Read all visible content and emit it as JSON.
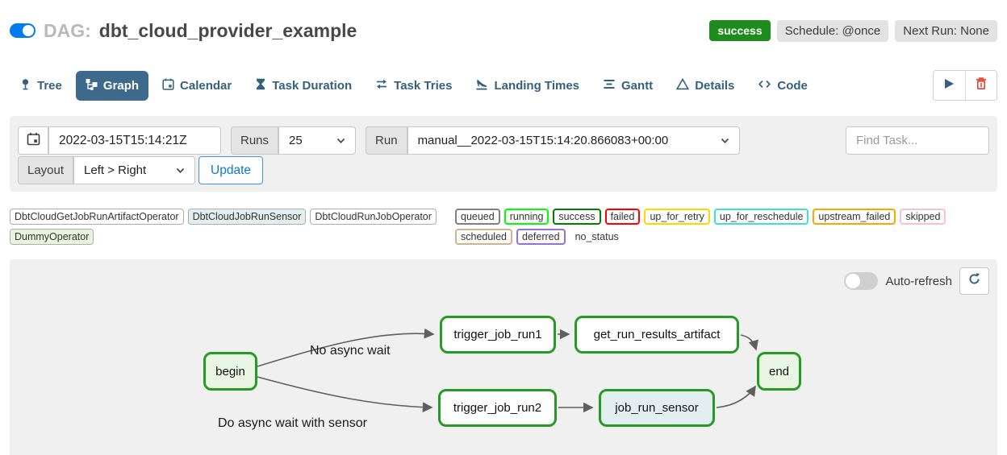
{
  "header": {
    "dag_prefix": "DAG:",
    "dag_name": "dbt_cloud_provider_example",
    "dag_enabled": true,
    "status_badge": "success",
    "schedule_badge": "Schedule: @once",
    "next_run_badge": "Next Run: None"
  },
  "tabs": [
    {
      "label": "Tree",
      "icon": "pin-icon",
      "active": false
    },
    {
      "label": "Graph",
      "icon": "graph-icon",
      "active": true
    },
    {
      "label": "Calendar",
      "icon": "calendar-icon",
      "active": false
    },
    {
      "label": "Task Duration",
      "icon": "hourglass-icon",
      "active": false
    },
    {
      "label": "Task Tries",
      "icon": "repeat-icon",
      "active": false
    },
    {
      "label": "Landing Times",
      "icon": "plane-landing-icon",
      "active": false
    },
    {
      "label": "Gantt",
      "icon": "gantt-icon",
      "active": false
    },
    {
      "label": "Details",
      "icon": "triangle-icon",
      "active": false
    },
    {
      "label": "Code",
      "icon": "code-icon",
      "active": false
    }
  ],
  "filters": {
    "date_value": "2022-03-15T15:14:21Z",
    "runs_label": "Runs",
    "runs_value": "25",
    "run_label": "Run",
    "run_value": "manual__2022-03-15T15:14:20.866083+00:00",
    "find_task_placeholder": "Find Task...",
    "layout_label": "Layout",
    "layout_value": "Left > Right",
    "update_label": "Update"
  },
  "legend": {
    "operators": [
      {
        "label": "DbtCloudGetJobRunArtifactOperator",
        "fill": "#ffffff"
      },
      {
        "label": "DbtCloudJobRunSensor",
        "fill": "#e2eef0"
      },
      {
        "label": "DbtCloudRunJobOperator",
        "fill": "#ffffff"
      },
      {
        "label": "DummyOperator",
        "fill": "#e7f4de"
      }
    ],
    "statuses": [
      {
        "label": "queued",
        "border": "#808080"
      },
      {
        "label": "running",
        "border": "#00ff00"
      },
      {
        "label": "success",
        "border": "#008000"
      },
      {
        "label": "failed",
        "border": "#ff0000"
      },
      {
        "label": "up_for_retry",
        "border": "#ffd700"
      },
      {
        "label": "up_for_reschedule",
        "border": "#40e0d0"
      },
      {
        "label": "upstream_failed",
        "border": "#ffa500"
      },
      {
        "label": "skipped",
        "border": "#ffc0cb"
      },
      {
        "label": "scheduled",
        "border": "#d2b48c"
      },
      {
        "label": "deferred",
        "border": "#9370db"
      },
      {
        "label": "no_status",
        "border": "transparent"
      }
    ]
  },
  "graph": {
    "auto_refresh_label": "Auto-refresh",
    "auto_refresh_on": false,
    "nodes": [
      {
        "id": "begin",
        "label": "begin",
        "fill": "#e9f6e3"
      },
      {
        "id": "trigger_job_run1",
        "label": "trigger_job_run1",
        "fill": "#ffffff"
      },
      {
        "id": "get_run_results_artifact",
        "label": "get_run_results_artifact",
        "fill": "#ffffff"
      },
      {
        "id": "end",
        "label": "end",
        "fill": "#e9f6e3"
      },
      {
        "id": "trigger_job_run2",
        "label": "trigger_job_run2",
        "fill": "#ffffff"
      },
      {
        "id": "job_run_sensor",
        "label": "job_run_sensor",
        "fill": "#e2eef0"
      }
    ],
    "edges": [
      "begin->trigger_job_run1",
      "begin->trigger_job_run2",
      "trigger_job_run1->get_run_results_artifact",
      "get_run_results_artifact->end",
      "trigger_job_run2->job_run_sensor",
      "job_run_sensor->end"
    ],
    "edge_labels": [
      {
        "text": "No async wait"
      },
      {
        "text": "Do async wait with sensor"
      }
    ]
  },
  "colors": {
    "accent_blue": "#017cee",
    "tab_text_blue": "#33607c",
    "active_tab_bg": "#3d6a8c",
    "success_green": "#1d8c1d",
    "node_border_green": "#259b24",
    "update_blue": "#0d78d2",
    "delete_red": "#e8402c"
  }
}
